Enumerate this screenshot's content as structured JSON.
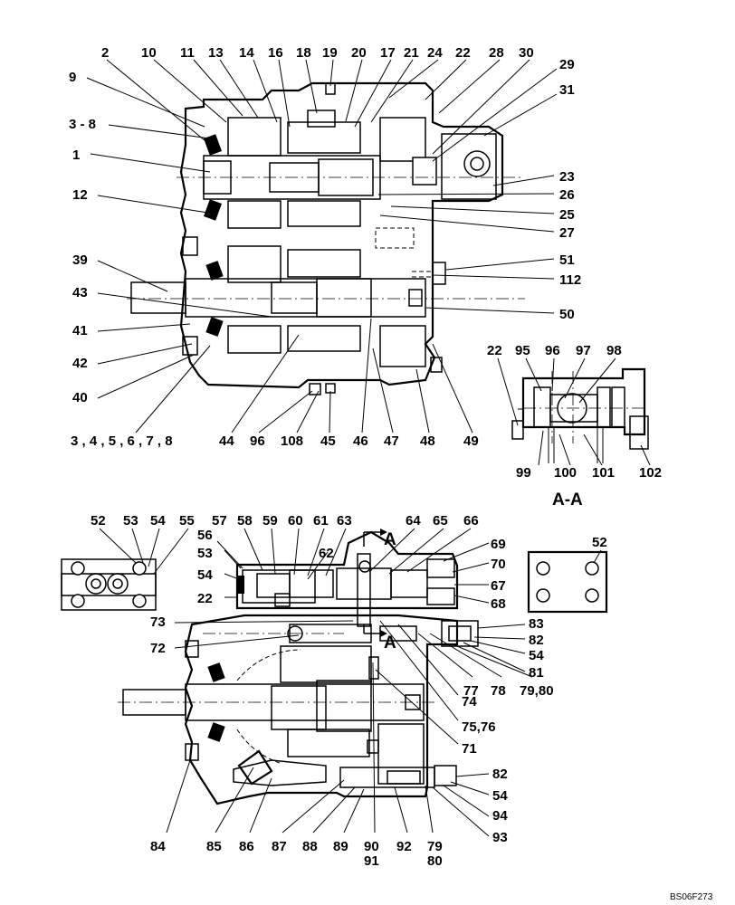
{
  "drawing_code": "BS06F273",
  "section_label": "A-A",
  "section_markers": [
    "A",
    "A"
  ],
  "labels": {
    "t2": "2",
    "t10": "10",
    "t11": "11",
    "t13": "13",
    "t14": "14",
    "t16": "16",
    "t18": "18",
    "t19": "19",
    "t20": "20",
    "t17": "17",
    "t21": "21",
    "t24": "24",
    "t22": "22",
    "t28": "28",
    "t30": "30",
    "t29": "29",
    "t9": "9",
    "t31": "31",
    "t3_8": "3 - 8",
    "t1": "1",
    "t23": "23",
    "t12": "12",
    "t26": "26",
    "t25": "25",
    "t27": "27",
    "t39": "39",
    "t51": "51",
    "t112": "112",
    "t43": "43",
    "t50": "50",
    "t41": "41",
    "t42": "42",
    "t40": "40",
    "t3_4_5_6_7_8": "3 , 4 , 5 , 6 , 7 , 8",
    "t44": "44",
    "t96a": "96",
    "t108": "108",
    "t45": "45",
    "t46": "46",
    "t47": "47",
    "t48": "48",
    "t49": "49",
    "s22": "22",
    "s95": "95",
    "s96": "96",
    "s97": "97",
    "s98": "98",
    "s99": "99",
    "s100": "100",
    "s101": "101",
    "s102": "102",
    "b52": "52",
    "b53": "53",
    "b54": "54",
    "b55": "55",
    "c56": "56",
    "c57": "57",
    "c58": "58",
    "c59": "59",
    "c60": "60",
    "c61": "61",
    "c63": "63",
    "c64": "64",
    "c65": "65",
    "c66": "66",
    "c69": "69",
    "c53": "53",
    "c62": "62",
    "c70": "70",
    "c54": "54",
    "c67": "67",
    "c22": "22",
    "c68": "68",
    "c73": "73",
    "c83": "83",
    "c72": "72",
    "c82": "82",
    "c54b": "54",
    "c81": "81",
    "c77": "77",
    "c78": "78",
    "c79_80": "79,80",
    "c74": "74",
    "c75_76": "75,76",
    "c71": "71",
    "c82b": "82",
    "c54c": "54",
    "c94": "94",
    "c93": "93",
    "r52": "52",
    "d84": "84",
    "d85": "85",
    "d86": "86",
    "d87": "87",
    "d88": "88",
    "d89": "89",
    "d90": "90",
    "d91": "91",
    "d92": "92",
    "d79": "79",
    "d80": "80"
  }
}
